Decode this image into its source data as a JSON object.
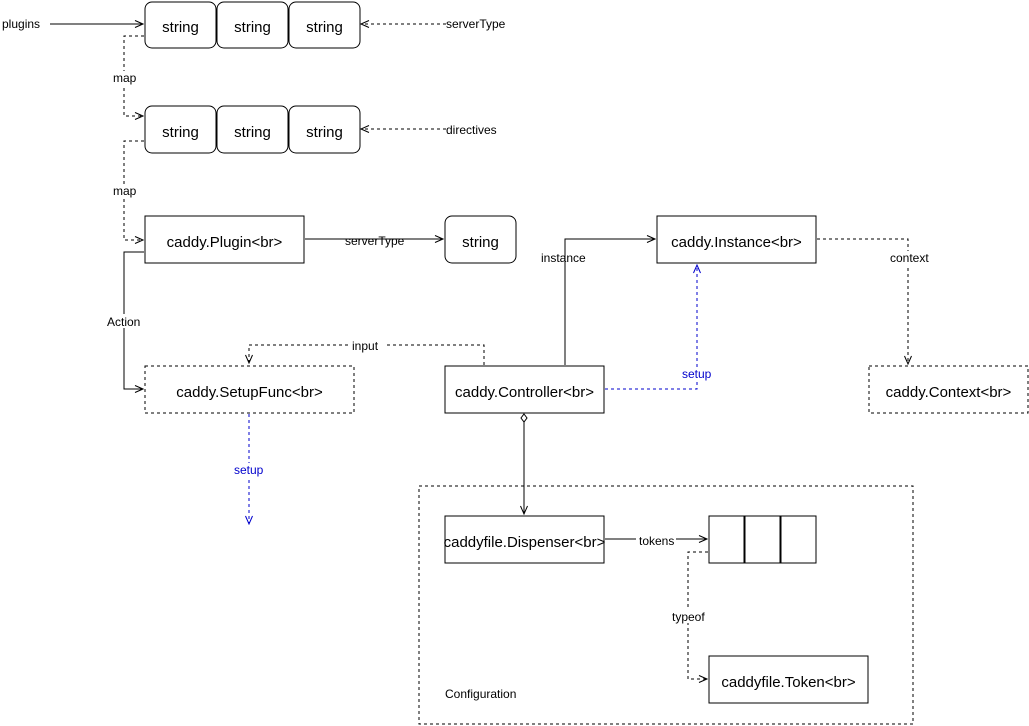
{
  "nodes": {
    "plugins_cells": [
      "string",
      "string",
      "string"
    ],
    "directives_cells": [
      "string",
      "string",
      "string"
    ],
    "caddy_plugin": "caddy.Plugin<br>",
    "server_type_string": "string",
    "caddy_instance": "caddy.Instance<br>",
    "caddy_setup_func": "caddy.SetupFunc<br>",
    "caddy_controller": "caddy.Controller<br>",
    "caddy_context": "caddy.Context<br>",
    "caddyfile_dispenser": "caddyfile.Dispenser<br>",
    "caddyfile_token": "caddyfile.Token<br>",
    "configuration_group": "Configuration"
  },
  "edge_labels": {
    "plugins": "plugins",
    "server_type_top": "serverType",
    "map_1": "map",
    "directives": "directives",
    "map_2": "map",
    "server_type_plugin": "serverType",
    "instance": "instance",
    "context": "context",
    "action": "Action",
    "input": "input",
    "setup_controller": "setup",
    "setup_func": "setup",
    "tokens": "tokens",
    "typeof": "typeof"
  },
  "colors": {
    "line": "#000000",
    "setup_edge": "#0000cc",
    "background": "#ffffff"
  }
}
